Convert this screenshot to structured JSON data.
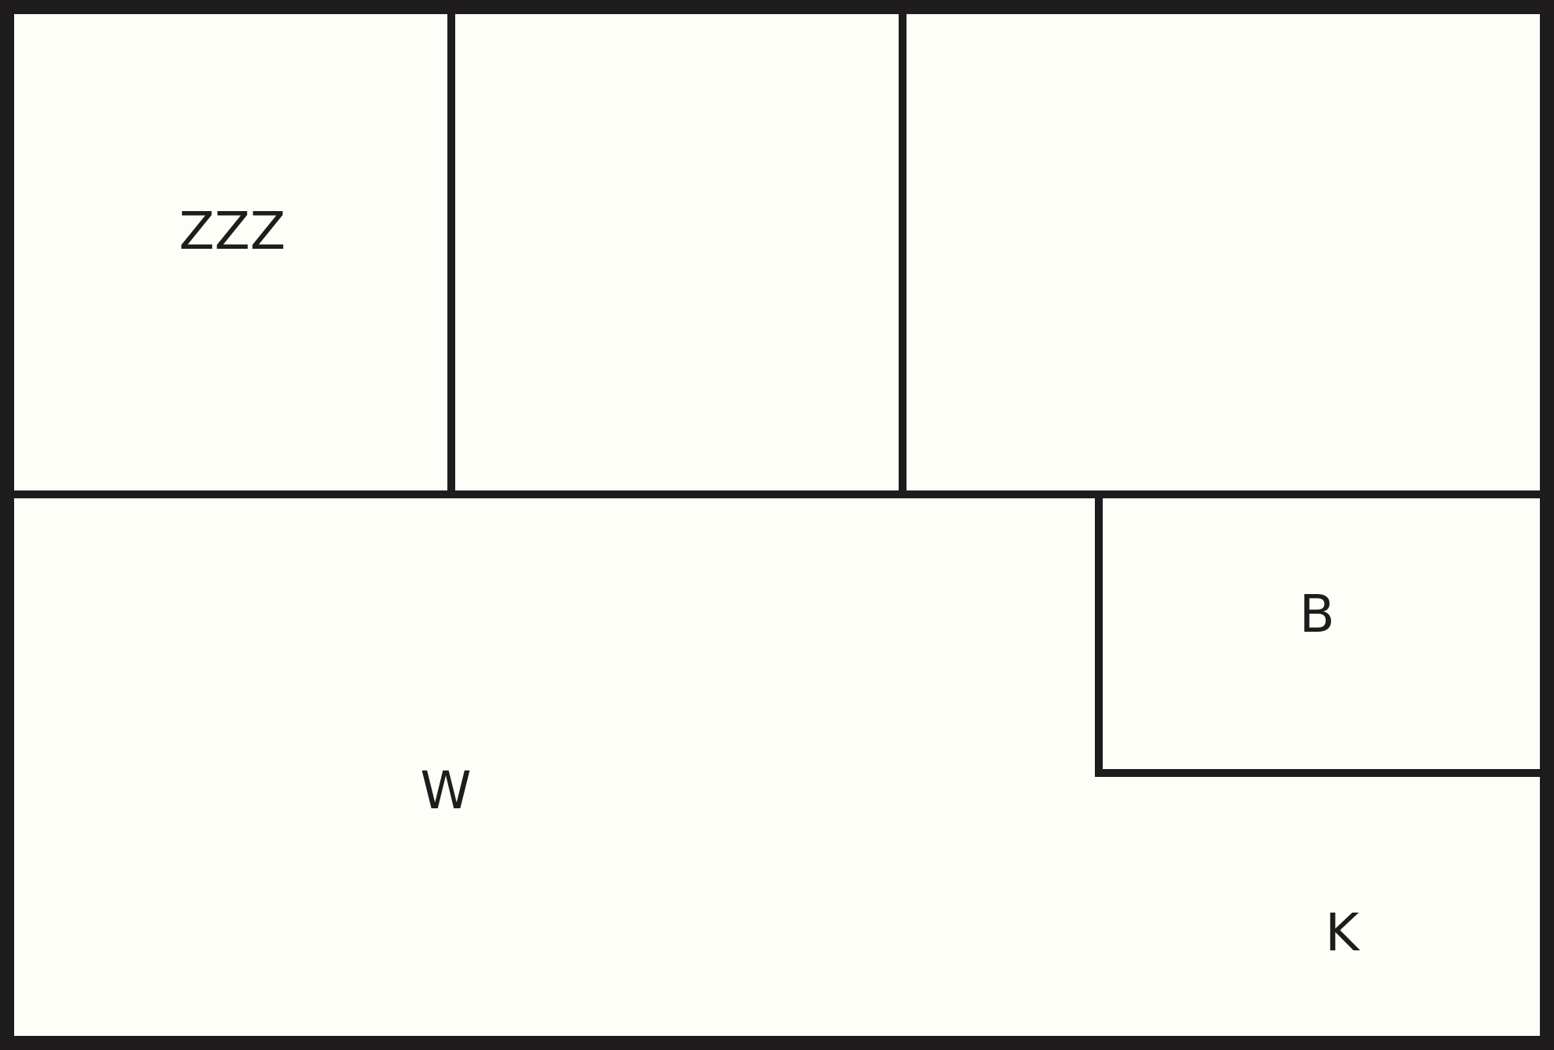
{
  "colors": {
    "background": "#fefef9",
    "line": "#1f1c1d",
    "text": "#1f1c1d"
  },
  "regions": [
    {
      "id": "top-left",
      "label": "ZZZ"
    },
    {
      "id": "top-middle",
      "label": ""
    },
    {
      "id": "top-right",
      "label": ""
    },
    {
      "id": "bottom-left",
      "label": "W"
    },
    {
      "id": "bottom-right-upper",
      "label": "B"
    },
    {
      "id": "bottom-right-lower",
      "label": "K"
    }
  ]
}
